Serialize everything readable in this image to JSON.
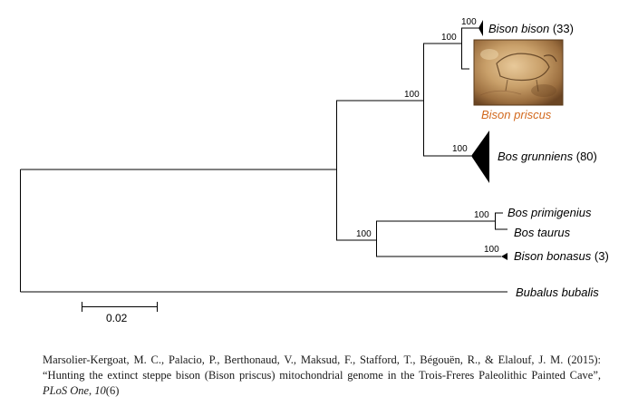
{
  "taxa": {
    "bison_bison": {
      "name": "Bison bison",
      "count": "(33)"
    },
    "bison_priscus": {
      "name": "Bison priscus"
    },
    "bos_grunniens": {
      "name": "Bos grunniens",
      "count": "(80)"
    },
    "bos_primigenius": {
      "name": "Bos primigenius"
    },
    "bos_taurus": {
      "name": "Bos taurus"
    },
    "bison_bonasus": {
      "name": "Bison bonasus",
      "count": "(3)"
    },
    "bubalus_bubalis": {
      "name": "Bubalus bubalis"
    }
  },
  "bootstrap": {
    "bison_bison_clade": "100",
    "bison_pair": "100",
    "bison_bos_grunniens": "100",
    "bos_grunniens_clade": "100",
    "bos_pair": "100",
    "bison_bonasus_clade": "100",
    "bos_bonasus_group": "100"
  },
  "scale_bar": {
    "label": "0.02"
  },
  "colors": {
    "highlight": "#d2691e",
    "line": "#000000"
  },
  "image": {
    "subject": "cave-painting-photo"
  },
  "citation": {
    "part1": "Marsolier-Kergoat, M. C., Palacio, P., Berthonaud, V., Maksud, F., Stafford, T., Bégouën, R., & Elalouf, J. M. (2015): “Hunting the extinct steppe bison (Bison priscus) mitochondrial genome in the Trois-Freres Paleolithic Painted Cave”, ",
    "journal": "PLoS One",
    "sep": ", ",
    "volume": "10",
    "issue": "(6)"
  }
}
